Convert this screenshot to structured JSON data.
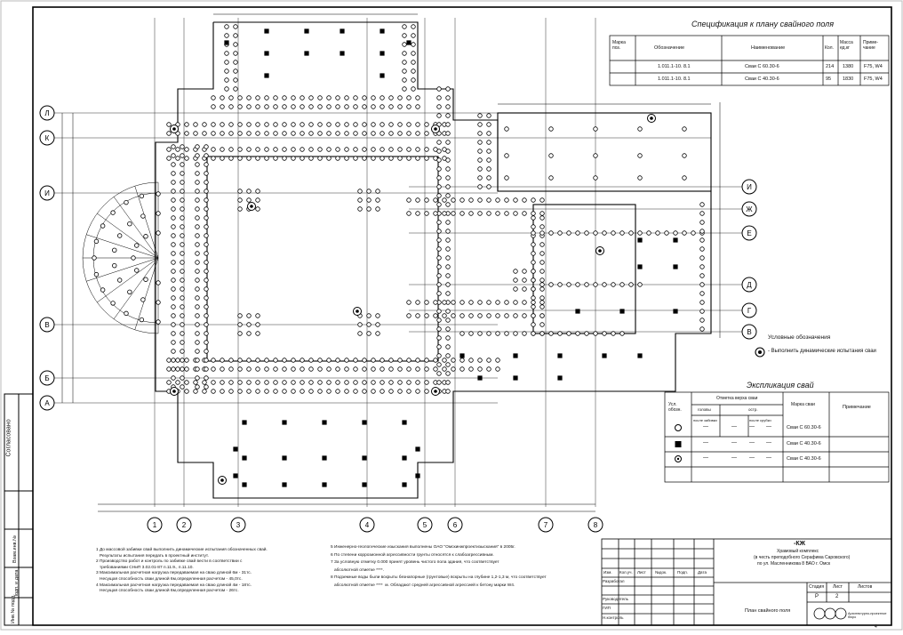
{
  "spec": {
    "title": "Спецификация к плану свайного поля",
    "headers": [
      "Марка поз.",
      "Обозначение",
      "Наименование",
      "Кол.",
      "Масса ед.кг",
      "Приме-чание"
    ],
    "rows": [
      [
        "",
        "1.011.1-10. 8.1",
        "Сваи С 60.30-6",
        "214",
        "1380",
        "F75, W4"
      ],
      [
        "",
        "1.011.1-10. 8.1",
        "Сваи С 40.30-6",
        "95",
        "1830",
        "F75, W4"
      ]
    ]
  },
  "legend": {
    "title": "Условные обозначения",
    "item": "- Выполнить динамические испытания сваи"
  },
  "explication": {
    "title": "Экспликация свай",
    "headers": [
      "Усл. обозн.",
      "Отметка верха сваи",
      "Марка сваи",
      "Примечание"
    ],
    "subheaders": [
      "головы",
      "остр.",
      "после забивки",
      "после срубки"
    ],
    "rows": [
      {
        "symbol": "open-circle",
        "values": [
          "—",
          "—",
          "—",
          "—"
        ],
        "mark": "Сваи С 60.30-6"
      },
      {
        "symbol": "filled-square",
        "values": [
          "—",
          "—",
          "—",
          "—"
        ],
        "mark": "Сваи С 40.30-6"
      },
      {
        "symbol": "ring-dot",
        "values": [
          "—",
          "—",
          "—",
          "—"
        ],
        "mark": "Сваи С 40.30-6"
      }
    ]
  },
  "axes": {
    "rows_left": [
      "Л",
      "К",
      "И",
      "В",
      "Б",
      "А"
    ],
    "rows_right": [
      "И",
      "Ж",
      "Е",
      "Д",
      "Г",
      "В"
    ],
    "columns": [
      "1",
      "2",
      "3",
      "4",
      "5",
      "6",
      "7",
      "8"
    ]
  },
  "notes_left": [
    "1  До массовой забивки свай выполнить динамические испытания обозначенных свай.",
    "   Результаты испытания передать в проектный институт.",
    "2  Производство работ и контроль по забивке свай вести в соответствии с",
    "   требованиями СНиП 3.02.01-87 п.11.9., п.11.10.",
    "3  Максимальная расчетная нагрузка передаваемая на сваю длиной 6м - 31тс.",
    "   Несущая способность сваи длиной 6м,определенная расчетом - 45,0тс.",
    "4  Максимальная расчетная нагрузка передаваемая на сваю длиной 4м - 18тс.",
    "   Несущая способность сваи длиной 6м,определенная расчетом - 26тс."
  ],
  "notes_right": [
    "5  Инженерно-геологические изыскания выполнены ОАО \"Омскинжпроектизыскания\" в 2005г.",
    "6  По степени коррозионной агрессивности грунты относятся к слабоагрессивным.",
    "7  За условную отметку 0.000 принят уровень чистого пола здания, что соответствует",
    "   абсолютной отметке ****.",
    "8  Подземные воды были вскрыты безнапорные (грунтовые) вскрыты на глубине 1,2-1,3 м, что соответствует",
    "   абсолютной отметке ****  м. Обладают средней агрессивной агрессией к бетону марки W4."
  ],
  "stamp": {
    "code": "-КЖ",
    "project": "Храмовый комплекс",
    "desc_1": "(в честь преподобного Серафима Саровского)",
    "desc_2": "по ул. Масленникова 8 ВАО г. Омск",
    "stage_header": "Стадия",
    "sheet_header": "Лист",
    "sheets_header": "Листов",
    "stage": "Р",
    "sheet": "2",
    "drawing": "План свайного поля",
    "firm": "Архитектурно-проектное бюро",
    "roles": [
      "Разработал",
      "Руководитель",
      "ГИП",
      "Н.контроль"
    ],
    "cols": [
      "Изм.",
      "Кол.уч.",
      "Лист",
      "№док.",
      "Подп.",
      "Дата"
    ]
  },
  "side_stamp": {
    "labels": [
      "Согласовано",
      "Инв.№ подл.",
      "Подп. и дата",
      "Взам.инв.№"
    ]
  },
  "page_number": "4"
}
